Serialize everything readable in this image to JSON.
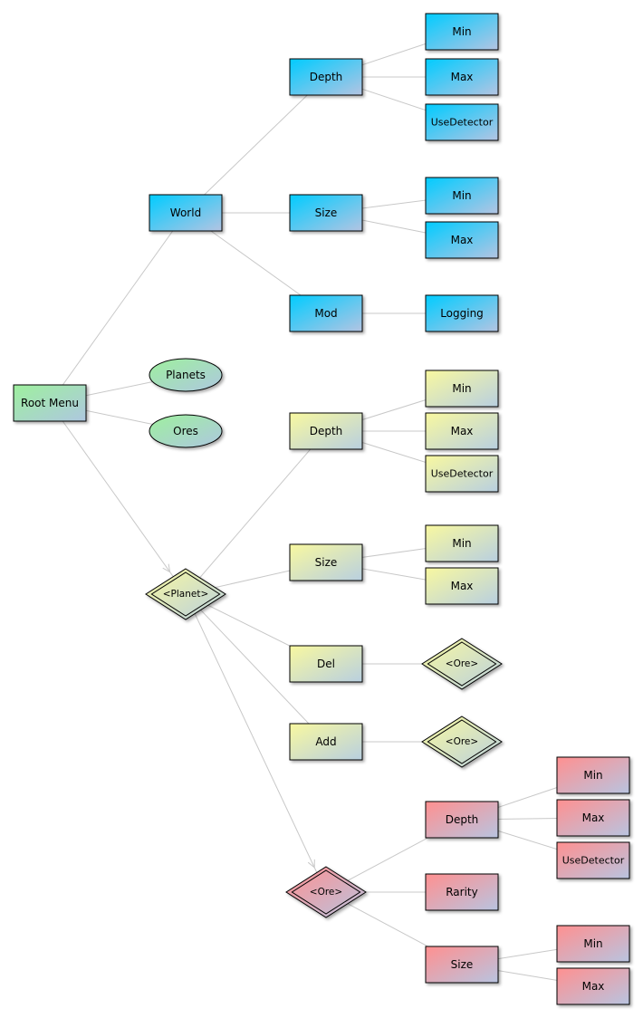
{
  "diagram": {
    "title": "Root Menu mind map",
    "palettes": {
      "green": [
        "#9ef09e",
        "#aec7e0"
      ],
      "blue": [
        "#00ccff",
        "#b4c4e2"
      ],
      "yellow": [
        "#f8f8a0",
        "#b8cfe0"
      ],
      "red": [
        "#ff9090",
        "#b8c4e0"
      ]
    },
    "edge_color": "#c8c8c8",
    "nodes": [
      {
        "id": "root",
        "label": "Root Menu",
        "shape": "rect",
        "palette": "green"
      },
      {
        "id": "world",
        "label": "World",
        "shape": "rect",
        "palette": "blue"
      },
      {
        "id": "w_depth",
        "label": "Depth",
        "shape": "rect",
        "palette": "blue"
      },
      {
        "id": "w_depth_min",
        "label": "Min",
        "shape": "rect",
        "palette": "blue"
      },
      {
        "id": "w_depth_max",
        "label": "Max",
        "shape": "rect",
        "palette": "blue"
      },
      {
        "id": "w_depth_use",
        "label": "UseDetector",
        "shape": "rect",
        "palette": "blue"
      },
      {
        "id": "w_size",
        "label": "Size",
        "shape": "rect",
        "palette": "blue"
      },
      {
        "id": "w_size_min",
        "label": "Min",
        "shape": "rect",
        "palette": "blue"
      },
      {
        "id": "w_size_max",
        "label": "Max",
        "shape": "rect",
        "palette": "blue"
      },
      {
        "id": "w_mod",
        "label": "Mod",
        "shape": "rect",
        "palette": "blue"
      },
      {
        "id": "w_mod_log",
        "label": "Logging",
        "shape": "rect",
        "palette": "blue"
      },
      {
        "id": "planets",
        "label": "Planets",
        "shape": "ellipse",
        "palette": "green"
      },
      {
        "id": "ores",
        "label": "Ores",
        "shape": "ellipse",
        "palette": "green"
      },
      {
        "id": "planet",
        "label": "<Planet>",
        "shape": "diamond",
        "palette": "yellow"
      },
      {
        "id": "p_depth",
        "label": "Depth",
        "shape": "rect",
        "palette": "yellow"
      },
      {
        "id": "p_depth_min",
        "label": "Min",
        "shape": "rect",
        "palette": "yellow"
      },
      {
        "id": "p_depth_max",
        "label": "Max",
        "shape": "rect",
        "palette": "yellow"
      },
      {
        "id": "p_depth_use",
        "label": "UseDetector",
        "shape": "rect",
        "palette": "yellow"
      },
      {
        "id": "p_size",
        "label": "Size",
        "shape": "rect",
        "palette": "yellow"
      },
      {
        "id": "p_size_min",
        "label": "Min",
        "shape": "rect",
        "palette": "yellow"
      },
      {
        "id": "p_size_max",
        "label": "Max",
        "shape": "rect",
        "palette": "yellow"
      },
      {
        "id": "p_del",
        "label": "Del",
        "shape": "rect",
        "palette": "yellow"
      },
      {
        "id": "p_del_ore",
        "label": "<Ore>",
        "shape": "diamond",
        "palette": "yellow"
      },
      {
        "id": "p_add",
        "label": "Add",
        "shape": "rect",
        "palette": "yellow"
      },
      {
        "id": "p_add_ore",
        "label": "<Ore>",
        "shape": "diamond",
        "palette": "yellow"
      },
      {
        "id": "ore",
        "label": "<Ore>",
        "shape": "diamond",
        "palette": "red"
      },
      {
        "id": "o_depth",
        "label": "Depth",
        "shape": "rect",
        "palette": "red"
      },
      {
        "id": "o_depth_min",
        "label": "Min",
        "shape": "rect",
        "palette": "red"
      },
      {
        "id": "o_depth_max",
        "label": "Max",
        "shape": "rect",
        "palette": "red"
      },
      {
        "id": "o_depth_use",
        "label": "UseDetector",
        "shape": "rect",
        "palette": "red"
      },
      {
        "id": "o_rarity",
        "label": "Rarity",
        "shape": "rect",
        "palette": "red"
      },
      {
        "id": "o_size",
        "label": "Size",
        "shape": "rect",
        "palette": "red"
      },
      {
        "id": "o_size_min",
        "label": "Min",
        "shape": "rect",
        "palette": "red"
      },
      {
        "id": "o_size_max",
        "label": "Max",
        "shape": "rect",
        "palette": "red"
      }
    ],
    "edges": [
      {
        "from": "root",
        "to": "world"
      },
      {
        "from": "world",
        "to": "w_depth"
      },
      {
        "from": "w_depth",
        "to": "w_depth_min"
      },
      {
        "from": "w_depth",
        "to": "w_depth_max"
      },
      {
        "from": "w_depth",
        "to": "w_depth_use"
      },
      {
        "from": "world",
        "to": "w_size"
      },
      {
        "from": "w_size",
        "to": "w_size_min"
      },
      {
        "from": "w_size",
        "to": "w_size_max"
      },
      {
        "from": "world",
        "to": "w_mod"
      },
      {
        "from": "w_mod",
        "to": "w_mod_log"
      },
      {
        "from": "root",
        "to": "planets"
      },
      {
        "from": "root",
        "to": "ores"
      },
      {
        "from": "root",
        "to": "planet",
        "arrow": true
      },
      {
        "from": "planet",
        "to": "p_depth"
      },
      {
        "from": "p_depth",
        "to": "p_depth_min"
      },
      {
        "from": "p_depth",
        "to": "p_depth_max"
      },
      {
        "from": "p_depth",
        "to": "p_depth_use"
      },
      {
        "from": "planet",
        "to": "p_size"
      },
      {
        "from": "p_size",
        "to": "p_size_min"
      },
      {
        "from": "p_size",
        "to": "p_size_max"
      },
      {
        "from": "planet",
        "to": "p_del"
      },
      {
        "from": "p_del",
        "to": "p_del_ore"
      },
      {
        "from": "planet",
        "to": "p_add"
      },
      {
        "from": "p_add",
        "to": "p_add_ore"
      },
      {
        "from": "planet",
        "to": "ore",
        "arrow": true
      },
      {
        "from": "ore",
        "to": "o_depth"
      },
      {
        "from": "o_depth",
        "to": "o_depth_min"
      },
      {
        "from": "o_depth",
        "to": "o_depth_max"
      },
      {
        "from": "o_depth",
        "to": "o_depth_use"
      },
      {
        "from": "ore",
        "to": "o_rarity"
      },
      {
        "from": "ore",
        "to": "o_size"
      },
      {
        "from": "o_size",
        "to": "o_size_min"
      },
      {
        "from": "o_size",
        "to": "o_size_max"
      }
    ]
  }
}
